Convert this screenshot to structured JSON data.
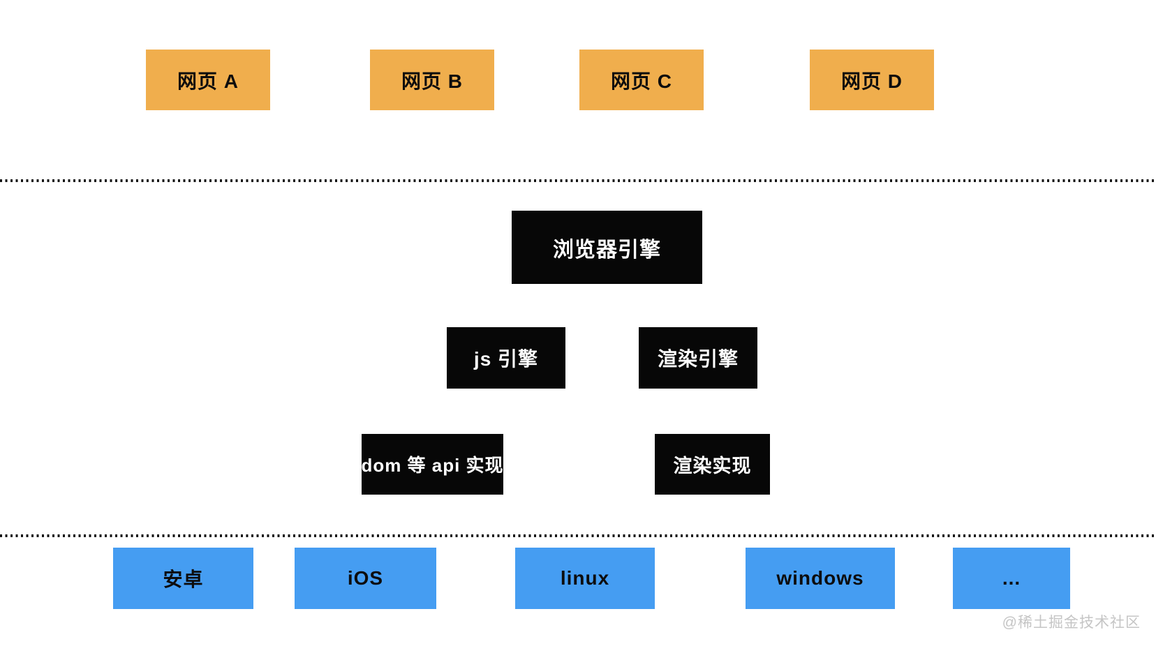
{
  "layers": {
    "pages": {
      "items": [
        {
          "label": "网页 A"
        },
        {
          "label": "网页 B"
        },
        {
          "label": "网页 C"
        },
        {
          "label": "网页 D"
        }
      ]
    },
    "engine": {
      "browser_engine": "浏览器引擎",
      "js_engine": "js 引擎",
      "render_engine": "渲染引擎",
      "dom_api_impl": "dom 等 api 实现",
      "render_impl": "渲染实现"
    },
    "platforms": {
      "items": [
        {
          "label": "安卓"
        },
        {
          "label": "iOS"
        },
        {
          "label": "linux"
        },
        {
          "label": "windows"
        },
        {
          "label": "..."
        }
      ]
    }
  },
  "watermark": "@稀土掘金技术社区",
  "colors": {
    "background": "#ffffff",
    "page_box_bg": "#f0ae4d",
    "engine_box_bg": "#070707",
    "engine_box_text": "#ffffff",
    "platform_box_bg": "#459df2",
    "box_text_dark": "#0d0d0d",
    "divider_dot": "#161616",
    "watermark_text": "#c5c5c5"
  }
}
